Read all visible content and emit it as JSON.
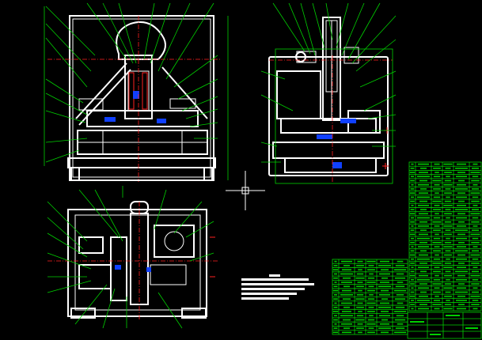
{
  "drawing": {
    "background": "#000000",
    "line_color": "#ffffff",
    "annotation_color": "#00d000",
    "centerline_color": "#ff2020",
    "section_color": "#1040ff"
  },
  "views": [
    "front-view",
    "side-view",
    "top-view"
  ],
  "crosshair_cursor": true,
  "notes_block": true,
  "parts_list_tables": 2,
  "title_block": true
}
